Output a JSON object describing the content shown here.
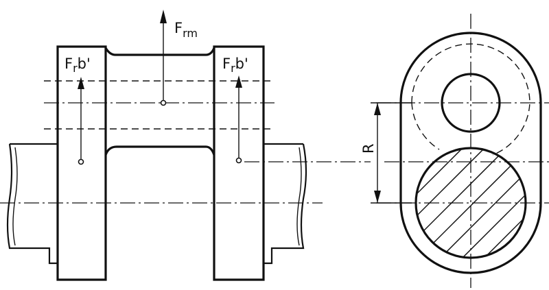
{
  "labels": {
    "f_rm": {
      "main": "F",
      "sub": "rm"
    },
    "f_rb_left": {
      "main": "F",
      "sub": "r",
      "tail": "b'"
    },
    "f_rb_right": {
      "main": "F",
      "sub": "r",
      "tail": "b'"
    },
    "radius": "R"
  }
}
